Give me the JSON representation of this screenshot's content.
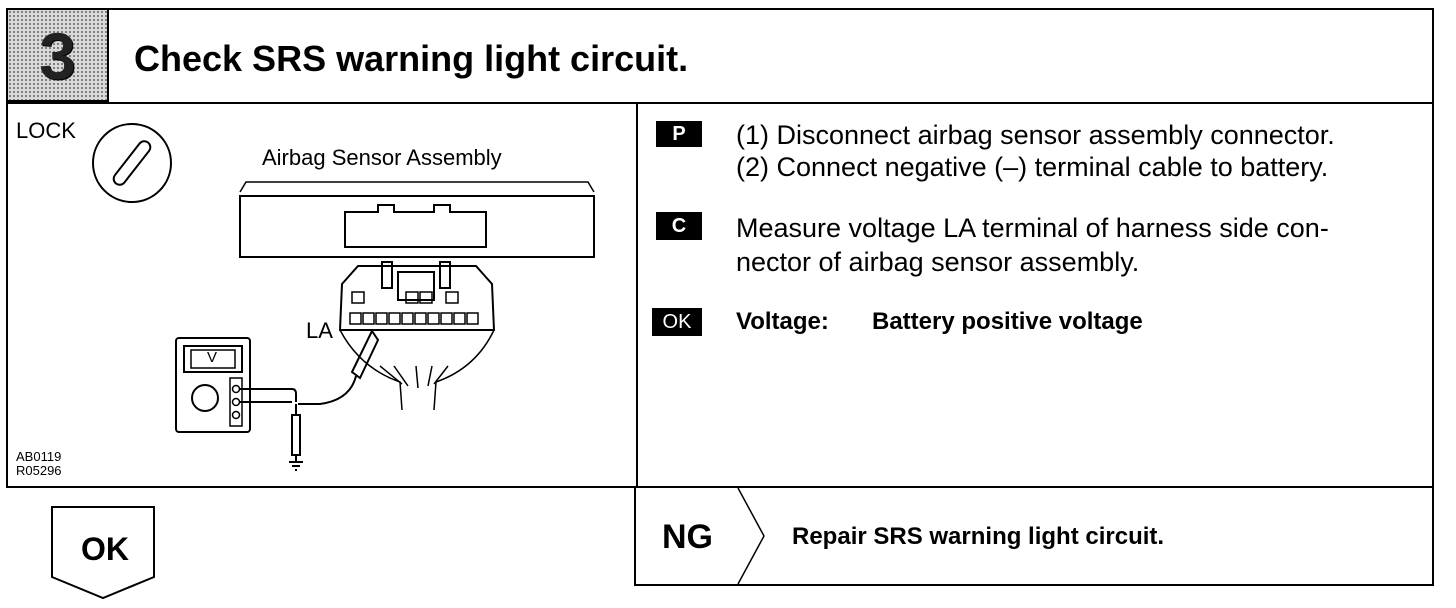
{
  "step": {
    "number": "3",
    "title": "Check SRS warning light circuit."
  },
  "diagram": {
    "lock_label": "LOCK",
    "assembly_label": "Airbag Sensor Assembly",
    "terminal_label": "LA",
    "meter_label": "V",
    "figure_codes": [
      "AB0119",
      "R05296"
    ]
  },
  "procedure": {
    "prep": {
      "tag": "P",
      "lines": [
        "(1)  Disconnect airbag sensor assembly connector.",
        "(2)  Connect negative (–) terminal cable to battery."
      ]
    },
    "check": {
      "tag": "C",
      "lines": [
        "Measure voltage LA terminal of harness side con-",
        "nector of airbag sensor assembly."
      ]
    },
    "ok": {
      "tag": "OK",
      "label": "Voltage:",
      "value": "Battery positive voltage"
    }
  },
  "result": {
    "ng": {
      "label": "NG",
      "action": "Repair SRS warning light circuit."
    },
    "ok": {
      "label": "OK"
    }
  }
}
